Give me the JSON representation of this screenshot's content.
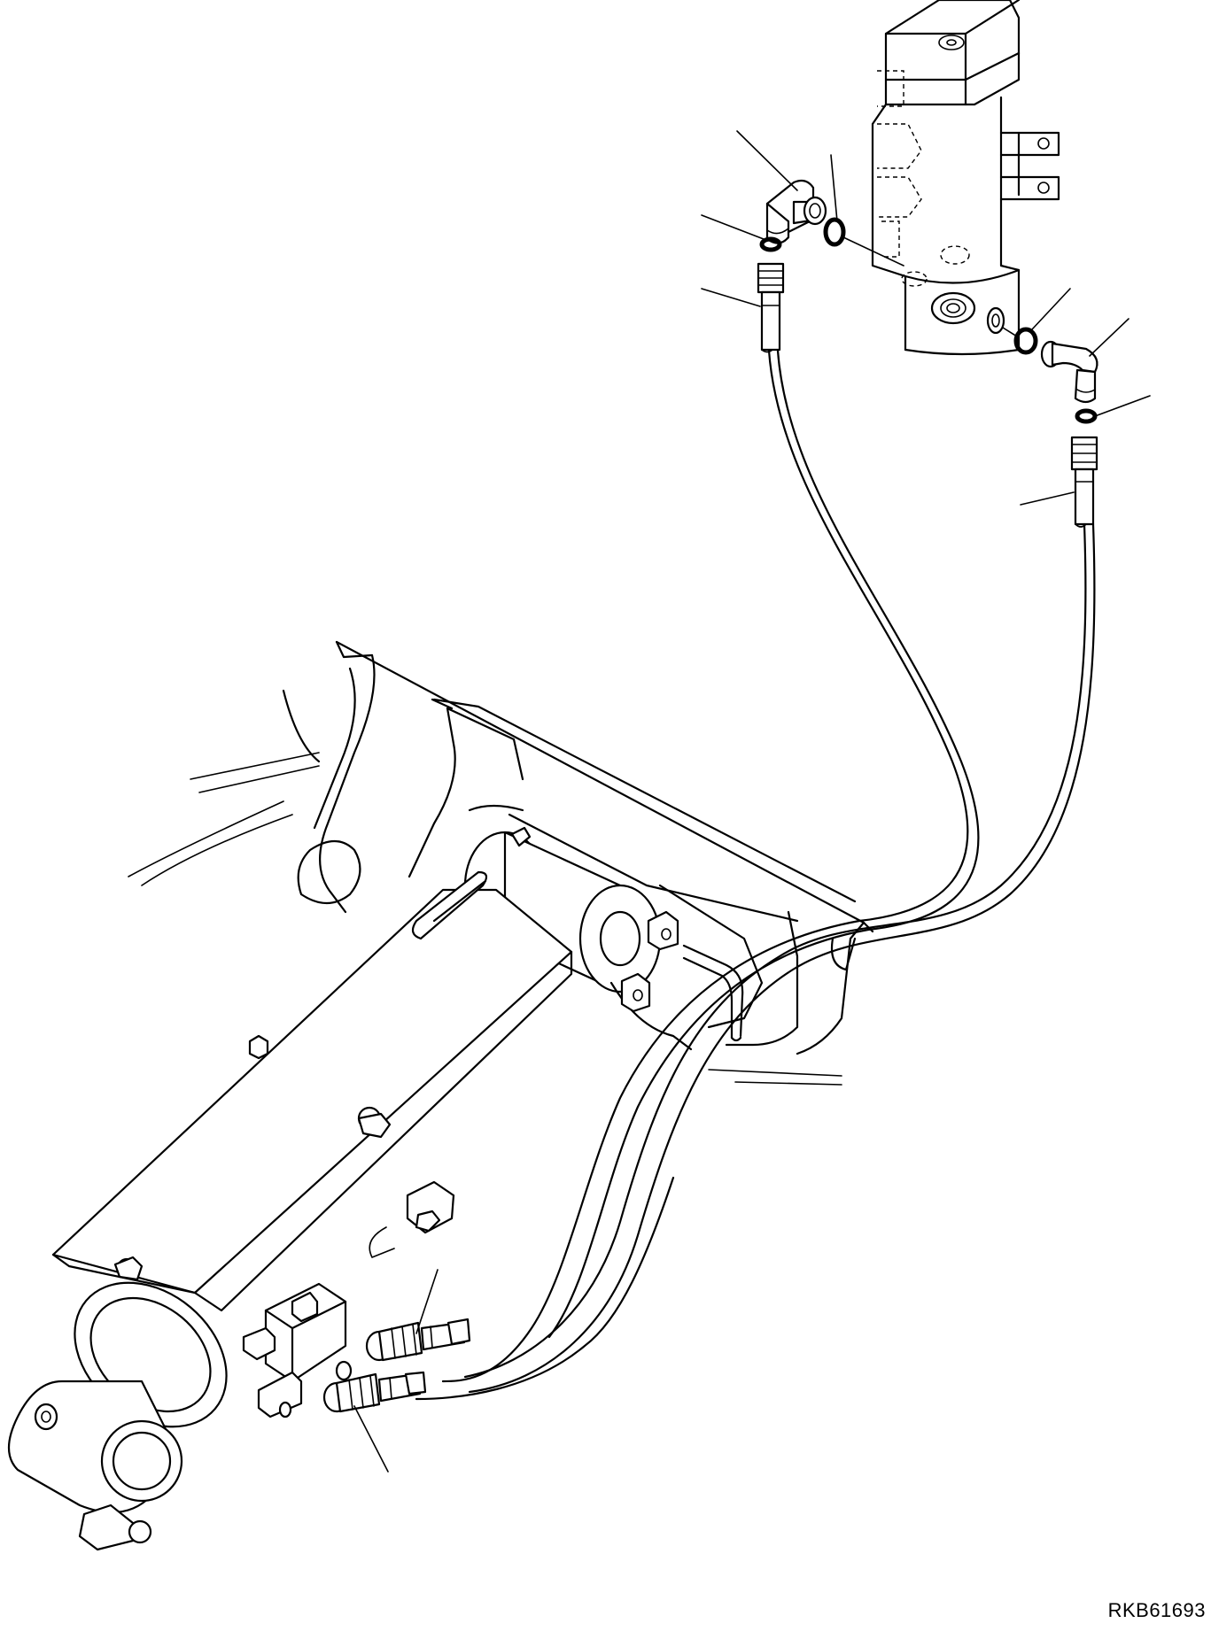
{
  "figure": {
    "reference_code": "RKB61693"
  },
  "callouts": [
    {
      "id": "callout-1"
    },
    {
      "id": "callout-2"
    },
    {
      "id": "callout-3"
    },
    {
      "id": "callout-4"
    },
    {
      "id": "callout-5"
    },
    {
      "id": "callout-6"
    },
    {
      "id": "callout-7"
    },
    {
      "id": "callout-8"
    },
    {
      "id": "callout-9"
    },
    {
      "id": "callout-10"
    }
  ],
  "parts": [
    "swivel-joint",
    "elbow-fitting",
    "o-ring",
    "hose",
    "boom-bracket",
    "swing-cylinder",
    "control-valve-block",
    "hose-end-fitting"
  ]
}
